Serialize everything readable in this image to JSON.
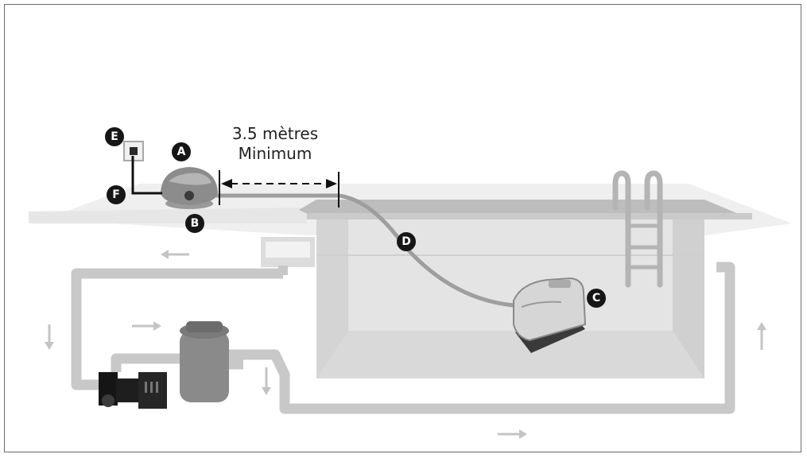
{
  "dimension": {
    "line1": "3.5 mètres",
    "line2": "Minimum"
  },
  "markers": {
    "a": "A",
    "b": "B",
    "c": "C",
    "d": "D",
    "e": "E",
    "f": "F"
  },
  "colors": {
    "pipe": "#c8c8c8",
    "pool_wall": "#d6d6d6",
    "deck": "#ebebeb",
    "water_floor": "#dcdcdc",
    "marker": "#161616",
    "line": "#6a6a6a"
  },
  "flow_arrows": [
    "left",
    "down",
    "right",
    "down",
    "right",
    "up"
  ]
}
